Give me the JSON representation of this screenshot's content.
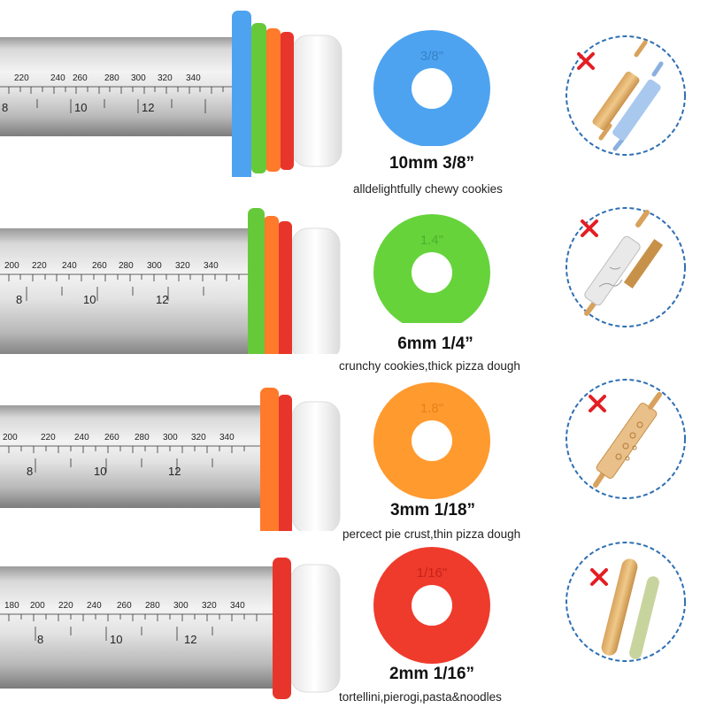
{
  "ruler": {
    "ticks_row1": [
      "220",
      "240",
      "260",
      "280",
      "300",
      "320",
      "340"
    ],
    "ticks_row2": [
      "200",
      "220",
      "240",
      "260",
      "280",
      "300",
      "320",
      "340"
    ],
    "ticks_row3": [
      "200",
      "220",
      "240",
      "260",
      "280",
      "300",
      "320",
      "340"
    ],
    "ticks_row4": [
      "180",
      "200",
      "220",
      "240",
      "260",
      "280",
      "300",
      "320",
      "340"
    ],
    "inch_marks": [
      "8",
      "10",
      "12"
    ]
  },
  "rows": [
    {
      "disc_text": "3/8\"",
      "size": "10mm 3/8”",
      "use": "alldelightfully chewy cookies",
      "disc_color": "#4da3f0",
      "compare_icon": "wooden-and-silicone-rolling-pins",
      "not_recommended_icon": "red-x-icon"
    },
    {
      "disc_text": "1.4\"",
      "size": "6mm 1/4”",
      "use": "crunchy cookies,thick pizza dough",
      "disc_color": "#66d33b",
      "compare_icon": "marble-rolling-pin",
      "not_recommended_icon": "red-x-icon"
    },
    {
      "disc_text": "1.8\"",
      "size": "3mm 1/18”",
      "use": "percect pie crust,thin pizza dough",
      "disc_color": "#ff9a2e",
      "compare_icon": "embossed-rolling-pin",
      "not_recommended_icon": "red-x-icon"
    },
    {
      "disc_text": "1/16\"",
      "size": "2mm 1/16”",
      "use": "tortellini,pierogi,pasta&noodles",
      "disc_color": "#ef3b2c",
      "compare_icon": "french-rolling-pins",
      "not_recommended_icon": "red-x-icon"
    }
  ],
  "colors": {
    "ring_blue": "#4da3f0",
    "ring_green": "#66c93a",
    "ring_orange": "#ff7a2a",
    "ring_red": "#e8352b",
    "cap_white": "#f4f4f4",
    "steel_light": "#e9e9e9",
    "steel_dark": "#8e8e8e",
    "circle_border": "#2f6fb3",
    "cross": "#e31e24"
  }
}
